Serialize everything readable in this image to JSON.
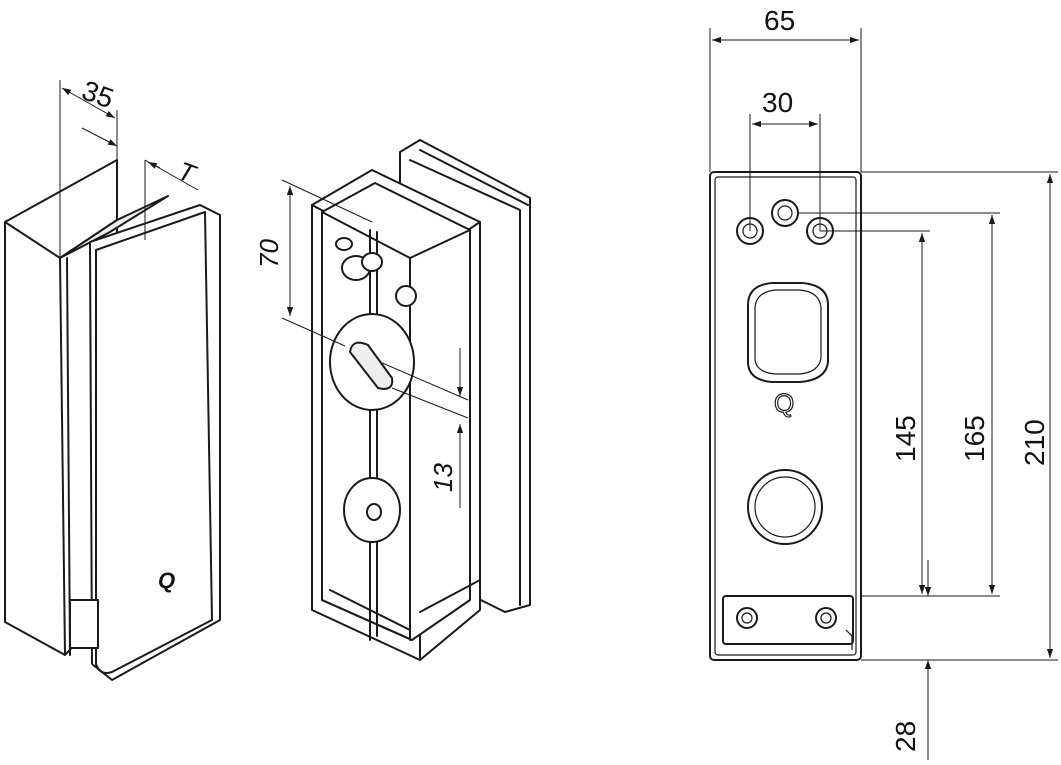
{
  "dimensions": {
    "iso_width": "35",
    "iso_thickness": "T",
    "iso_height": "70",
    "iso_offset": "13",
    "front_width": "65",
    "front_hole_spacing": "30",
    "front_145": "145",
    "front_165": "165",
    "front_210": "210",
    "front_28": "28"
  },
  "logo": {
    "iso_mark": "Q",
    "front_mark": "Q"
  },
  "colors": {
    "line": "#1a1a1a",
    "background": "#ffffff"
  }
}
